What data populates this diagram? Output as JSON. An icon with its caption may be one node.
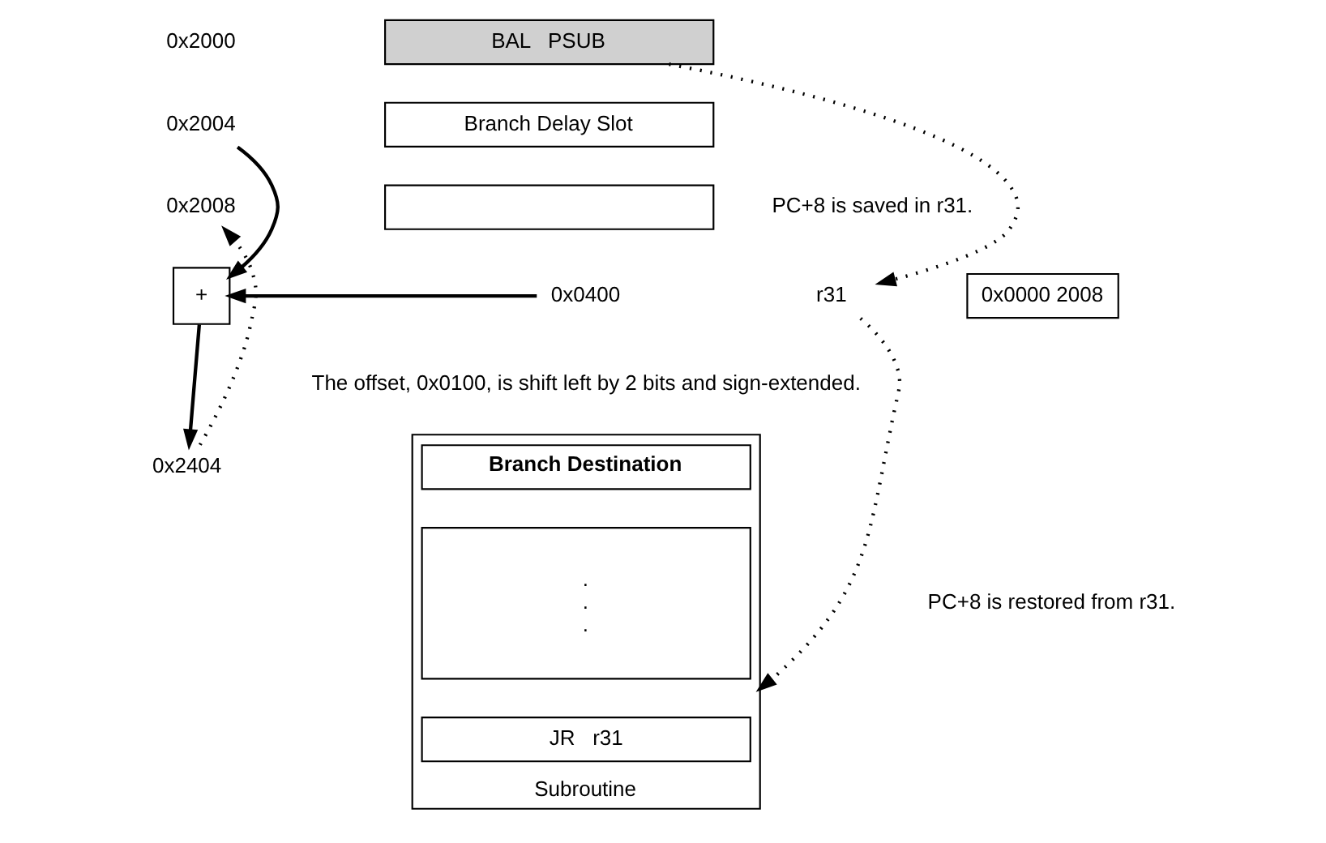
{
  "diagram": {
    "nodes": [
      {
        "text": [
          "0x2000"
        ]
      },
      {
        "text": [
          "0x2004"
        ]
      },
      {
        "text": [
          "0x2008"
        ]
      },
      {
        "text": [
          "BAL",
          "PSUB"
        ]
      },
      {
        "text": [
          "Branch Delay Slot"
        ]
      },
      {
        "text": [],
        "shape": "box"
      },
      {
        "text": [
          "+"
        ]
      },
      {
        "text": [
          "0x0400"
        ]
      },
      {
        "text": [
          "0x2404"
        ]
      },
      {
        "text": [
          "Subroutine"
        ]
      },
      {
        "text": [
          "Branch Destination"
        ],
        "in": 9
      },
      {
        "text": [
          ".",
          ".",
          "."
        ],
        "in": 9
      },
      {
        "text": [
          "JR",
          "r31"
        ],
        "in": 9
      },
      {
        "text": [
          "r31"
        ]
      },
      {
        "text": [
          "0x0000 2008"
        ]
      }
    ],
    "edges": [
      {
        "from": 1,
        "to": 6,
        "arrow": "to"
      },
      {
        "from": 7,
        "to": 6,
        "arrow": "to"
      },
      {
        "from": 6,
        "to": 8,
        "arrow": "to"
      },
      {
        "from": 8,
        "to": 2,
        "arrow": "to",
        "style": "dashed"
      },
      {
        "from": 3,
        "to": 13,
        "arrow": "to",
        "style": "dashed"
      },
      {
        "from": 13,
        "to": 9,
        "arrow": "to",
        "style": "dashed"
      }
    ],
    "labels": [
      "PC+8 is saved in r31.",
      "The offset, 0x0100, is shift left by 2 bits and sign-extended.",
      "PC+8 is restored from r31."
    ]
  }
}
